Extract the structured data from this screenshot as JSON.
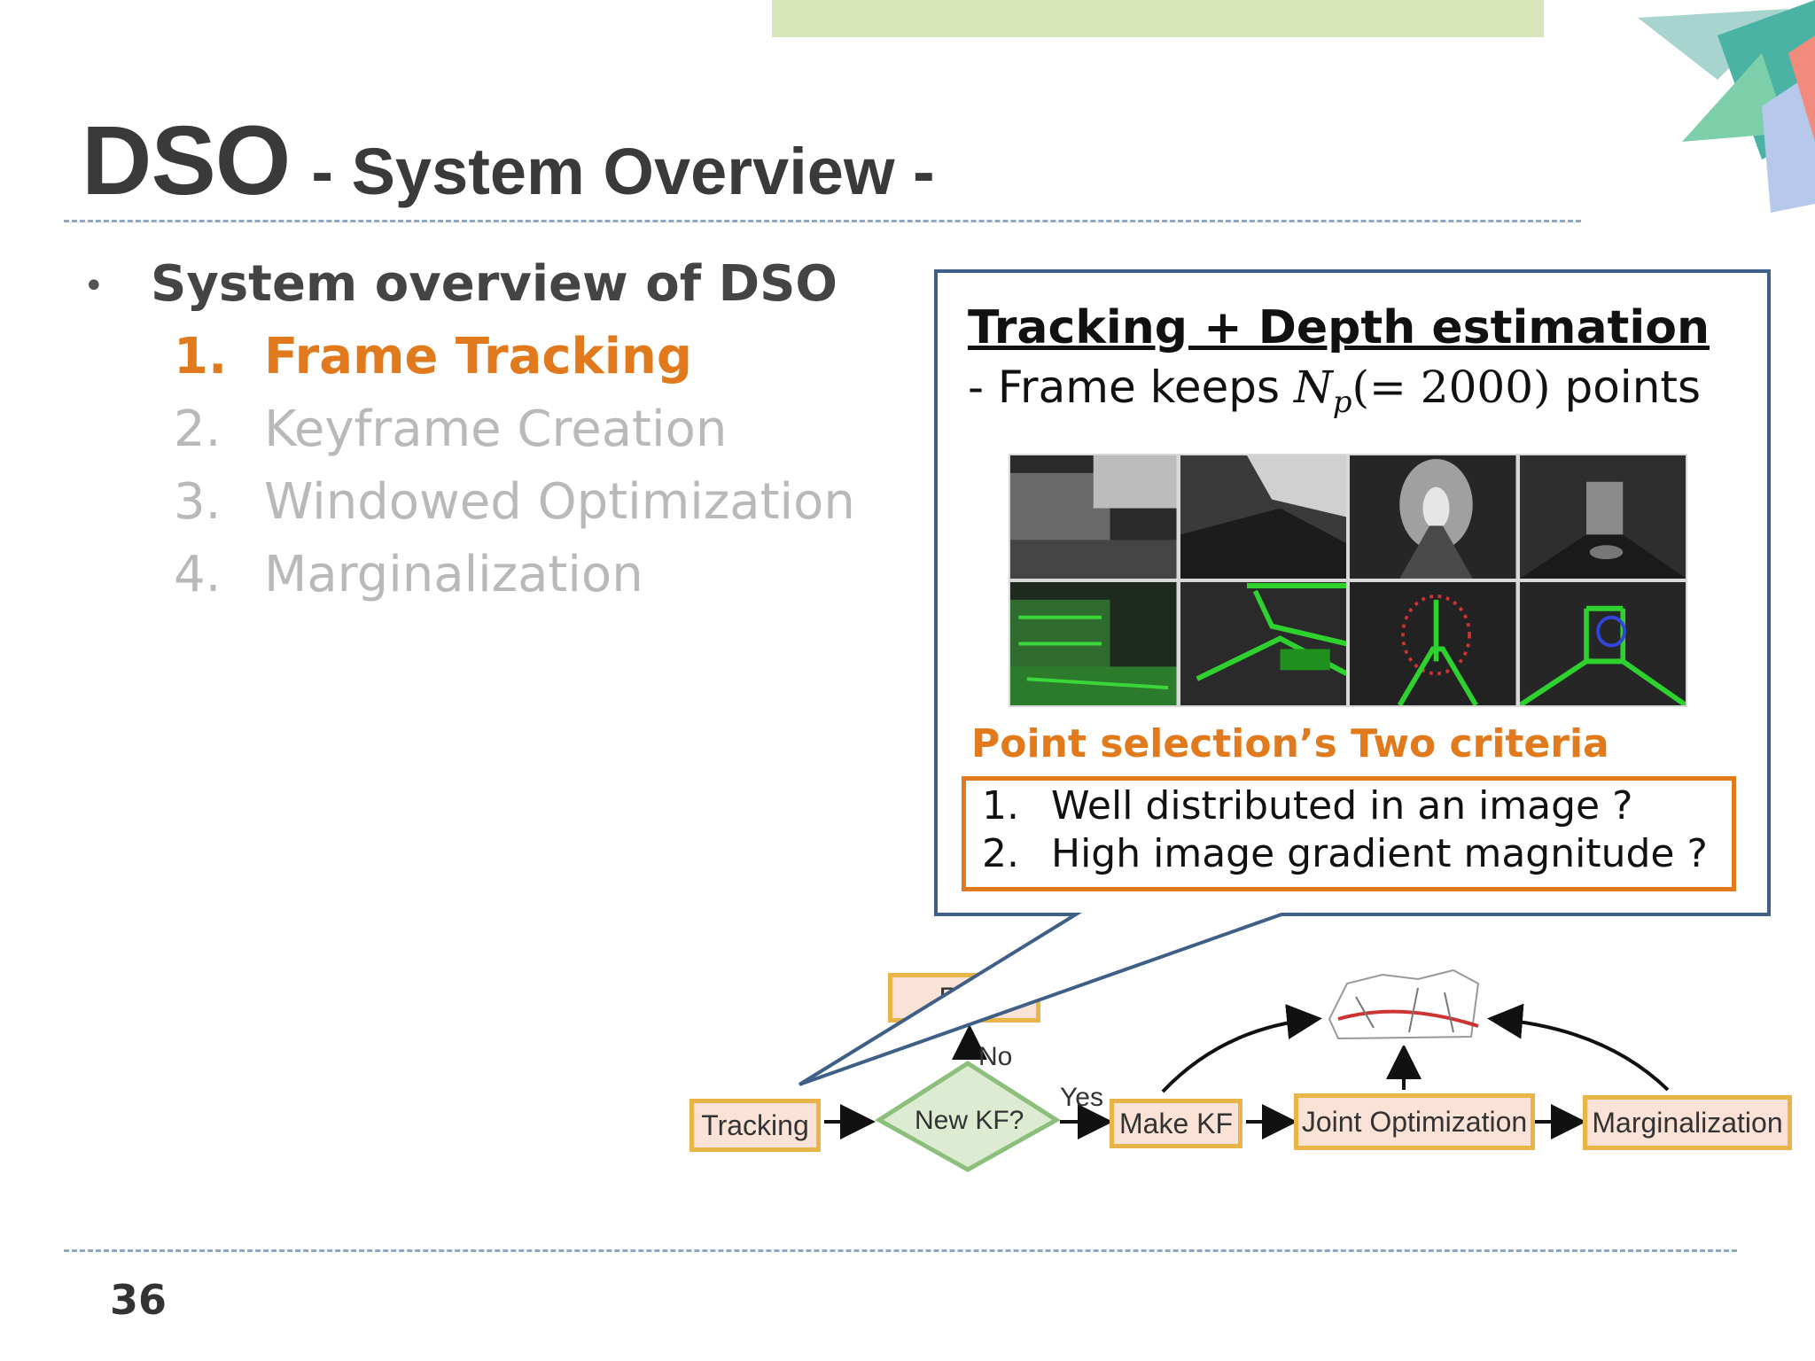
{
  "slide": {
    "title_main": "DSO",
    "title_sub": "- System Overview -",
    "page_number": "36"
  },
  "bullets": {
    "heading": "System overview of DSO",
    "steps": [
      {
        "num": "1.",
        "label": "Frame Tracking"
      },
      {
        "num": "2.",
        "label": "Keyframe Creation"
      },
      {
        "num": "3.",
        "label": "Windowed Optimization"
      },
      {
        "num": "4.",
        "label": "Marginalization"
      }
    ]
  },
  "callout": {
    "heading": "Tracking + Depth estimation",
    "line_prefix": "- Frame keeps ",
    "math_symbol": "N",
    "math_sub": "p",
    "math_value": "(= 2000)",
    "line_suffix": " points",
    "criteria_title": "Point selection’s Two criteria",
    "criteria": [
      {
        "num": "1.",
        "text": "Well distributed in an image ?"
      },
      {
        "num": "2.",
        "text": "High image gradient magnitude ?"
      }
    ]
  },
  "flow": {
    "refine_label": "Refi",
    "no_label": "No",
    "yes_label": "Yes",
    "tracking": "Tracking",
    "new_kf": "New KF?",
    "make_kf": "Make KF",
    "joint_opt": "Joint Optimization",
    "marginalization": "Marginalization"
  },
  "colors": {
    "accent_orange": "#e07a1c",
    "callout_border": "#3f5f86",
    "flow_box_fill": "#fbe2d6",
    "flow_box_border": "#e9b548",
    "diamond_fill": "#dcebd2",
    "diamond_border": "#8dbf7c"
  }
}
